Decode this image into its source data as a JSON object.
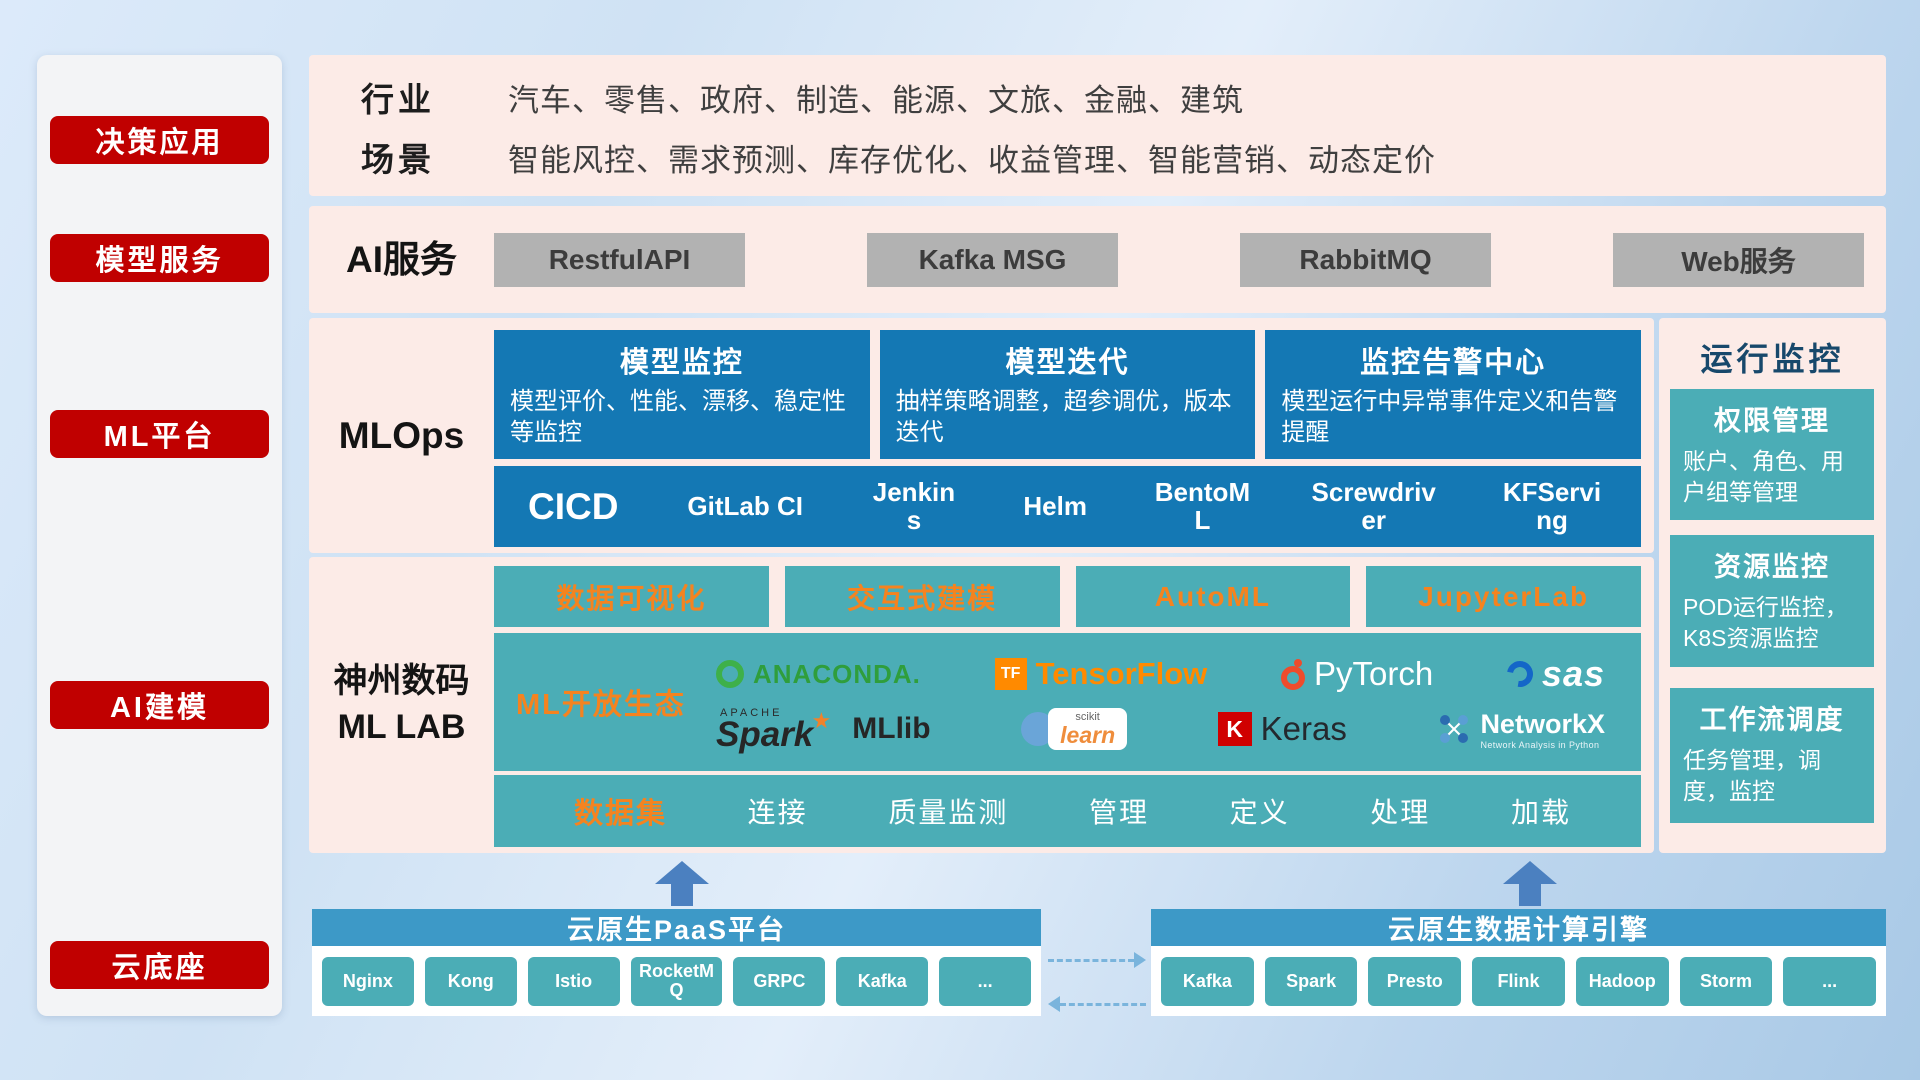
{
  "sidebar": {
    "items": [
      {
        "label": "决策应用"
      },
      {
        "label": "模型服务"
      },
      {
        "label": "ML平台"
      },
      {
        "label": "AI建模"
      },
      {
        "label": "云底座"
      }
    ]
  },
  "business": {
    "industry_label": "行业",
    "industry_text": "汽车、零售、政府、制造、能源、文旅、金融、建筑",
    "scenario_label": "场景",
    "scenario_text": "智能风控、需求预测、库存优化、收益管理、智能营销、动态定价"
  },
  "ai_service": {
    "label": "AI服务",
    "services": [
      "RestfulAPI",
      "Kafka MSG",
      "RabbitMQ",
      "Web服务"
    ]
  },
  "mlops": {
    "label": "MLOps",
    "cards": [
      {
        "title": "模型监控",
        "desc": "模型评价、性能、漂移、稳定性等监控"
      },
      {
        "title": "模型迭代",
        "desc": "抽样策略调整，超参调优，版本迭代"
      },
      {
        "title": "监控告警中心",
        "desc": "模型运行中异常事件定义和告警提醒"
      }
    ],
    "cicd_label": "CICD",
    "cicd_tools": [
      "GitLab CI",
      "Jenkins",
      "Helm",
      "BentoML",
      "Screwdriver",
      "KFServing"
    ]
  },
  "mllab": {
    "label_line1": "神州数码",
    "label_line2": "ML LAB",
    "tools": [
      "数据可视化",
      "交互式建模",
      "AutoML",
      "JupyterLab"
    ],
    "eco_label": "ML开放生态",
    "logos": {
      "anaconda": "ANACONDA.",
      "tensorflow": "TensorFlow",
      "pytorch": "PyTorch",
      "sas": "sas",
      "spark_top": "APACHE",
      "spark": "Spark",
      "mllib": "MLlib",
      "scikit_top": "scikit",
      "scikit_main": "learn",
      "keras_k": "K",
      "keras": "Keras",
      "networkx": "NetworkX",
      "networkx_sub": "Network Analysis in Python"
    },
    "dataset_label": "数据集",
    "dataset_items": [
      "连接",
      "质量监测",
      "管理",
      "定义",
      "处理",
      "加载"
    ]
  },
  "monitoring": {
    "title": "运行监控",
    "cards": [
      {
        "title": "权限管理",
        "desc": "账户、角色、用户组等管理"
      },
      {
        "title": "资源监控",
        "desc": "POD运行监控，K8S资源监控"
      },
      {
        "title": "工作流调度",
        "desc": "任务管理，调度，监控"
      }
    ]
  },
  "cloud": {
    "paas_title": "云原生PaaS平台",
    "paas_items": [
      "Nginx",
      "Kong",
      "Istio",
      "RocketMQ",
      "GRPC",
      "Kafka",
      "..."
    ],
    "engine_title": "云原生数据计算引擎",
    "engine_items": [
      "Kafka",
      "Spark",
      "Presto",
      "Flink",
      "Hadoop",
      "Storm",
      "..."
    ]
  },
  "colors": {
    "accent_red": "#c00000",
    "card_blue": "#1478b4",
    "teal": "#4badb6",
    "orange": "#f5831f",
    "bar_blue": "#3d99c7"
  }
}
